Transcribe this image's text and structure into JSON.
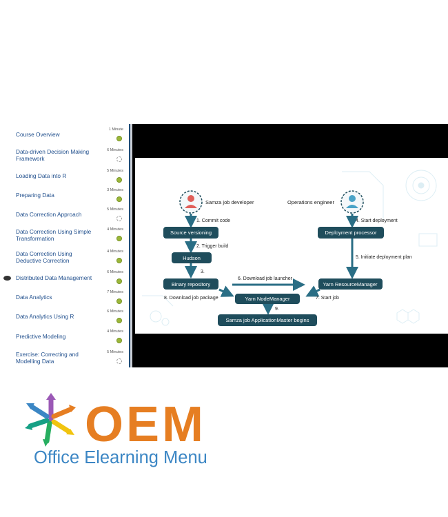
{
  "sidebar": {
    "items": [
      {
        "title": "Course Overview",
        "duration": "1 Minute",
        "status": "done"
      },
      {
        "title": "Data-driven Decision Making Framework",
        "duration": "6 Minutes",
        "status": "todo"
      },
      {
        "title": "Loading Data into R",
        "duration": "5 Minutes",
        "status": "done"
      },
      {
        "title": "Preparing Data",
        "duration": "3 Minutes",
        "status": "done"
      },
      {
        "title": "Data Correction Approach",
        "duration": "5 Minutes",
        "status": "todo"
      },
      {
        "title": "Data Correction Using Simple Transformation",
        "duration": "4 Minutes",
        "status": "done"
      },
      {
        "title": "Data Correction Using Deductive Correction",
        "duration": "4 Minutes",
        "status": "done"
      },
      {
        "title": "Distributed Data Management",
        "duration": "6 Minutes",
        "status": "done",
        "current": true
      },
      {
        "title": "Data Analytics",
        "duration": "7 Minutes",
        "status": "done"
      },
      {
        "title": "Data Analytics Using R",
        "duration": "6 Minutes",
        "status": "done"
      },
      {
        "title": "Predictive Modeling",
        "duration": "4 Minutes",
        "status": "done"
      },
      {
        "title": "Exercise: Correcting and Modelling Data",
        "duration": "5 Minutes",
        "status": "todo"
      }
    ]
  },
  "slide": {
    "actors": {
      "developer": "Samza job developer",
      "operations": "Operations engineer"
    },
    "nodes": {
      "source_versioning": "Source versioning",
      "hudson": "Hudson",
      "binary_repository": "Binary repository",
      "deployment_processor": "Deployment processor",
      "yarn_resource_manager": "Yarn ResourceManager",
      "yarn_node_manager": "Yarn NodeManager",
      "samza_appmaster": "Samza job ApplicationMaster begins"
    },
    "steps": {
      "s1": "1. Commit code",
      "s2": "2. Trigger build",
      "s3": "3.",
      "s4": "4. Start deployment",
      "s5": "5. Initiate deployment plan",
      "s6": "6. Download job launcher",
      "s7": "7. Start job",
      "s8": "8. Download job package",
      "s9": "9."
    }
  },
  "colors": {
    "node_fill": "#1f4d5c",
    "arrow": "#2a6e85",
    "actor_dev": "#e0605a",
    "actor_ops": "#4aa3c7",
    "logo_orange": "#e67e22",
    "logo_blue": "#3b86c4"
  },
  "logo": {
    "brand": "OEM",
    "tagline": "Office Elearning Menu"
  }
}
